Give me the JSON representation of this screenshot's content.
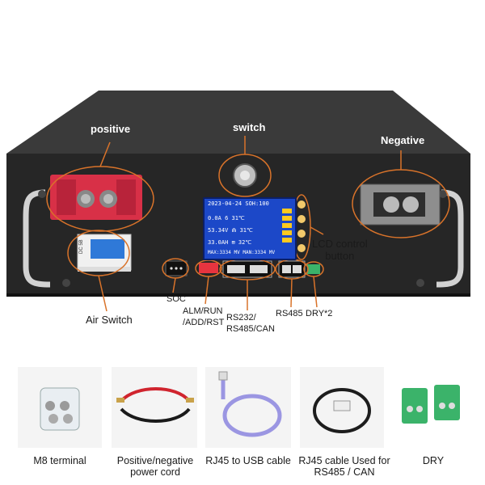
{
  "device": {
    "labels": {
      "positive": "positive",
      "switch": "switch",
      "negative": "Negative",
      "lcd_control_button": "LCD control\nbutton",
      "air_switch": "Air Switch",
      "soc": "SOC",
      "alm_run": "ALM/RUN\n/ADD/RST",
      "rs232": "RS232/\nRS485/CAN",
      "rs485": "RS485",
      "dry2": "DRY*2"
    },
    "lcd": {
      "header": "2023-04-24  SOH:100",
      "row1": "0.0A   6   31℃",
      "row2": "53.34V  ⋒  31℃",
      "row3": "33.0AH  ⊞  32℃",
      "footer": "MAX:3334 MV MAN:3334 MV"
    },
    "breaker_text": "DC 5B"
  },
  "accessories": [
    {
      "caption": "M8 terminal"
    },
    {
      "caption": "Positive/negative\npower cord"
    },
    {
      "caption": "RJ45 to USB cable"
    },
    {
      "caption": "RJ45 cable Used for\nRS485 / CAN"
    },
    {
      "caption": "DRY"
    }
  ],
  "colors": {
    "chassis": "#2a2a2a",
    "annotation": "#d9732a",
    "terminal_red": "#d83047",
    "lcd_blue": "#1c48c8",
    "dry_green": "#3bb36a"
  }
}
